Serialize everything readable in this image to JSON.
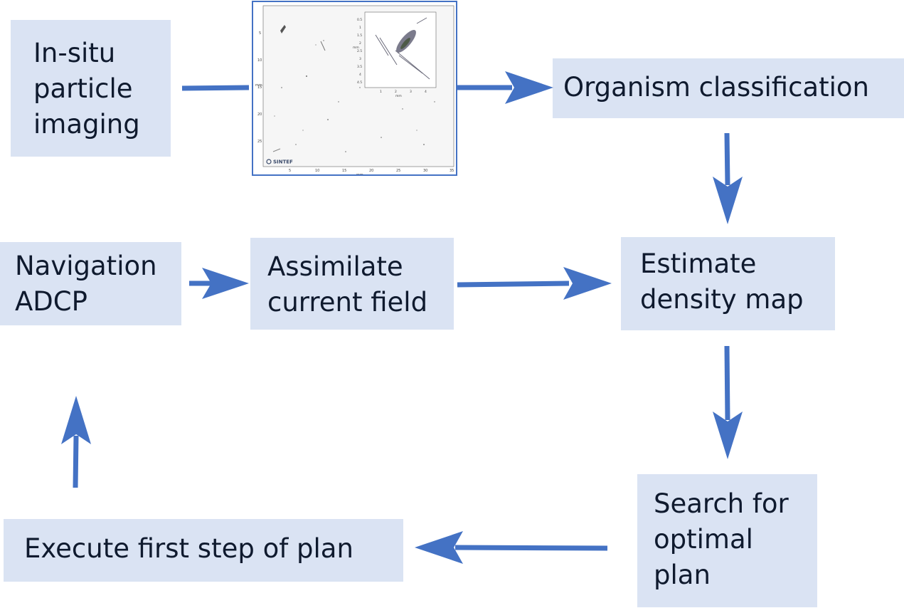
{
  "diagram": {
    "boxes": {
      "insitu": {
        "lines": [
          "In-situ",
          "particle",
          "imaging"
        ]
      },
      "organism": {
        "lines": [
          "Organism classification"
        ]
      },
      "navigation": {
        "lines": [
          "Navigation",
          "ADCP"
        ]
      },
      "assimilate": {
        "lines": [
          "Assimilate",
          "current field"
        ]
      },
      "estimate": {
        "lines": [
          "Estimate",
          "density map"
        ]
      },
      "search": {
        "lines": [
          "Search for",
          "optimal",
          "plan"
        ]
      },
      "execute": {
        "lines": [
          "Execute first step of plan"
        ]
      }
    },
    "image": {
      "logo_text": "SINTEF",
      "main_y_ticks": [
        "5",
        "10",
        "15",
        "20",
        "25"
      ],
      "main_x_ticks": [
        "5",
        "10",
        "15",
        "20",
        "25",
        "30",
        "35"
      ],
      "main_x_label": "mm",
      "main_y_label": "mm",
      "inset_y_ticks": [
        "0.5",
        "1",
        "1.5",
        "2",
        "2.5",
        "3",
        "3.5",
        "4",
        "4.5"
      ],
      "inset_x_ticks": [
        "1",
        "2",
        "3",
        "4"
      ],
      "inset_x_label": "mm",
      "inset_y_label": "mm"
    },
    "colors": {
      "box_fill": "#dae3f3",
      "arrow": "#4472c4",
      "text": "#0f1a2e"
    }
  }
}
